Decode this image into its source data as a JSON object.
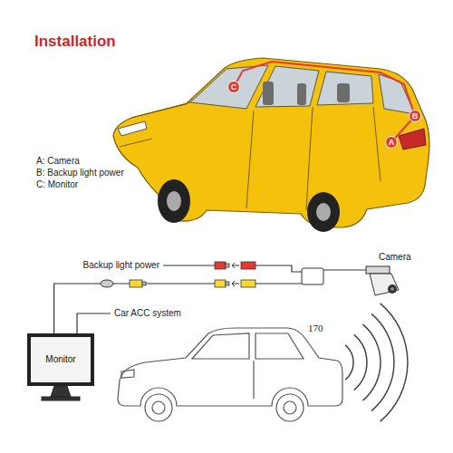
{
  "diagram": {
    "title": "Installation",
    "nodes": [
      {
        "text": [
          "C"
        ]
      },
      {
        "text": [
          "B"
        ]
      },
      {
        "text": [
          "A"
        ]
      },
      {
        "text": [
          "Camera"
        ]
      },
      {
        "text": [
          "Monitor"
        ]
      }
    ],
    "edges": [
      {
        "from": 3,
        "to": 4,
        "arrow": "none"
      }
    ],
    "labels": [
      "A: Camera",
      "B: Backup light power",
      "C: Monitor",
      "Backup light power",
      "Car ACC system",
      "170"
    ]
  }
}
